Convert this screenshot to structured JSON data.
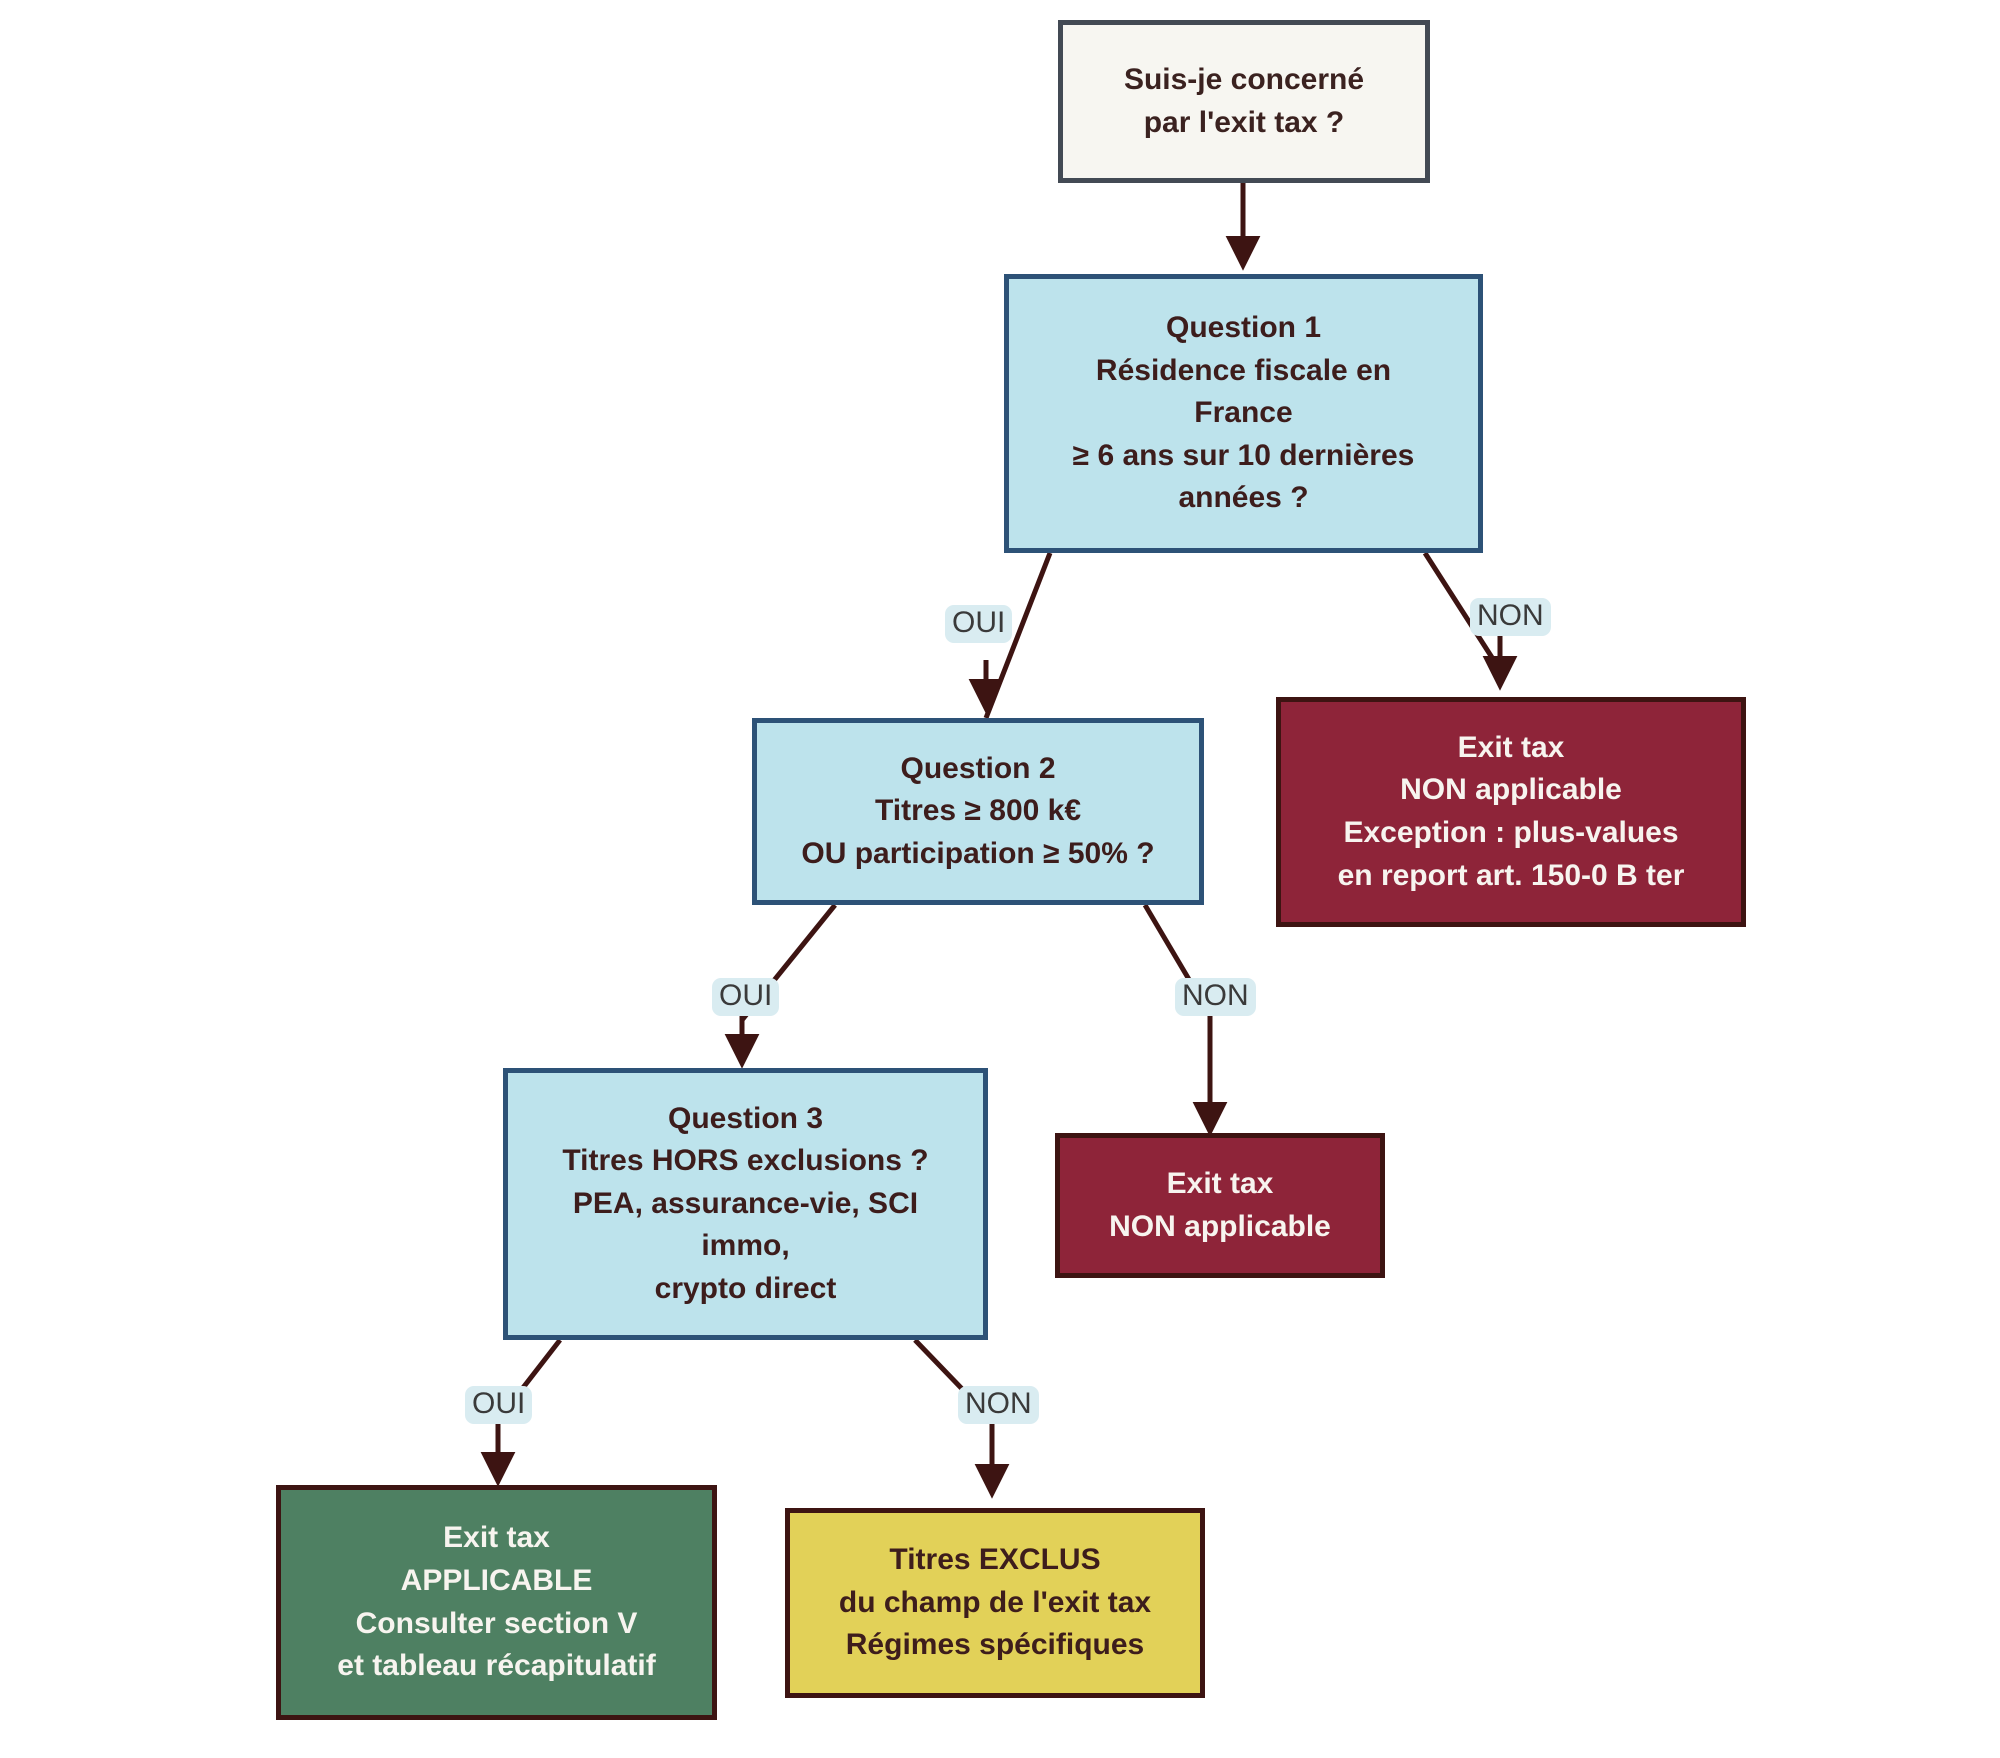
{
  "diagram": {
    "title": "Suis-je concerné par l'exit tax ?",
    "type": "decision-flowchart",
    "colors": {
      "start_fill": "#f7f6f1",
      "start_border": "#434a54",
      "question_fill": "#bde3ec",
      "question_border": "#2d5277",
      "negative_fill": "#8e2439",
      "positive_fill": "#4e8062",
      "excluded_fill": "#e2d158",
      "edge_stroke": "#3d1412",
      "label_fill": "#d9ecf1",
      "label_text": "#3a3a3a"
    },
    "nodes": {
      "start": {
        "kind": "start",
        "lines": [
          "Suis-je concerné",
          "par l'exit tax ?"
        ]
      },
      "question1": {
        "kind": "question",
        "lines": [
          "Question 1",
          "Résidence fiscale en",
          "France",
          "≥ 6 ans sur 10 dernières",
          "années ?"
        ]
      },
      "question2": {
        "kind": "question",
        "lines": [
          "Question 2",
          "Titres ≥ 800 k€",
          "OU participation ≥ 50% ?"
        ]
      },
      "question3": {
        "kind": "question",
        "lines": [
          "Question 3",
          "Titres HORS exclusions ?",
          "PEA, assurance-vie, SCI",
          "immo,",
          "crypto direct"
        ]
      },
      "outcome_not_applicable_exception": {
        "kind": "negative",
        "lines": [
          "Exit tax",
          "NON applicable",
          "Exception : plus-values",
          "en report art. 150-0 B ter"
        ]
      },
      "outcome_not_applicable": {
        "kind": "negative",
        "lines": [
          "Exit tax",
          "NON applicable"
        ]
      },
      "outcome_applicable": {
        "kind": "positive",
        "lines": [
          "Exit tax",
          "APPLICABLE",
          "Consulter section V",
          "et tableau récapitulatif"
        ]
      },
      "outcome_excluded": {
        "kind": "excluded",
        "lines": [
          "Titres EXCLUS",
          "du champ de l'exit tax",
          "Régimes spécifiques"
        ]
      }
    },
    "edge_labels": {
      "q1_yes": "OUI",
      "q1_no": "NON",
      "q2_yes": "OUI",
      "q2_no": "NON",
      "q3_yes": "OUI",
      "q3_no": "NON"
    },
    "edges": [
      {
        "from": "start",
        "to": "question1",
        "label": ""
      },
      {
        "from": "question1",
        "to": "question2",
        "label": "OUI"
      },
      {
        "from": "question1",
        "to": "outcome_not_applicable_exception",
        "label": "NON"
      },
      {
        "from": "question2",
        "to": "question3",
        "label": "OUI"
      },
      {
        "from": "question2",
        "to": "outcome_not_applicable",
        "label": "NON"
      },
      {
        "from": "question3",
        "to": "outcome_applicable",
        "label": "OUI"
      },
      {
        "from": "question3",
        "to": "outcome_excluded",
        "label": "NON"
      }
    ]
  }
}
